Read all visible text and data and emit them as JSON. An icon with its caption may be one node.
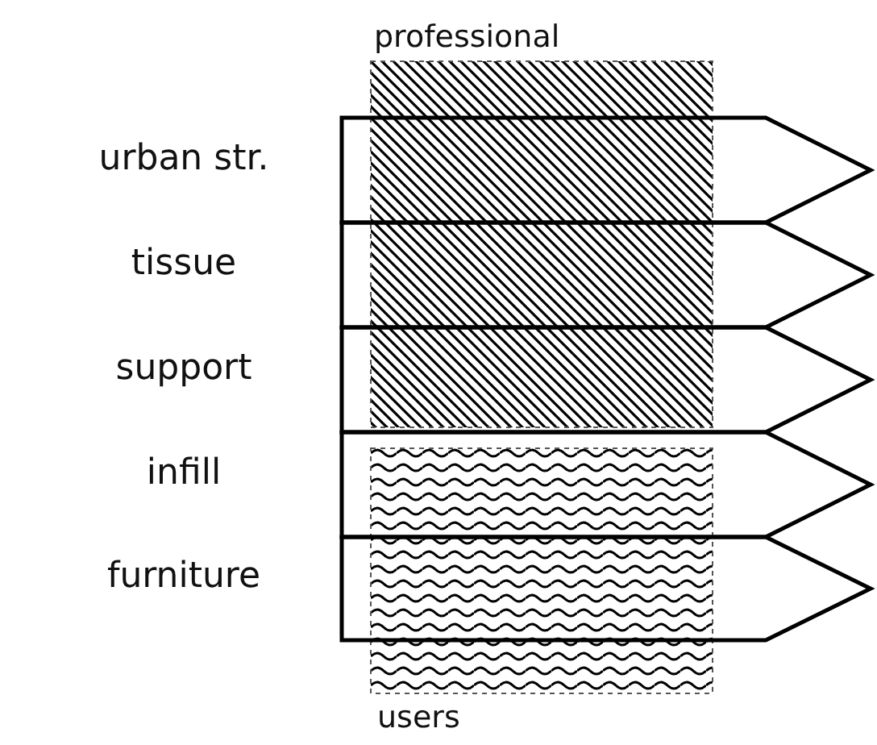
{
  "diagram": {
    "nodes": [
      {
        "text": [
          "professional"
        ]
      },
      {
        "text": [],
        "shape": "arrow",
        "beside": [
          "urban str."
        ]
      },
      {
        "text": [],
        "shape": "arrow",
        "beside": [
          "tissue"
        ]
      },
      {
        "text": [],
        "shape": "arrow",
        "beside": [
          "support"
        ]
      },
      {
        "text": [],
        "shape": "arrow",
        "beside": [
          "infill"
        ]
      },
      {
        "text": [],
        "shape": "arrow",
        "beside": [
          "furniture"
        ]
      },
      {
        "text": [
          "users"
        ]
      }
    ]
  }
}
